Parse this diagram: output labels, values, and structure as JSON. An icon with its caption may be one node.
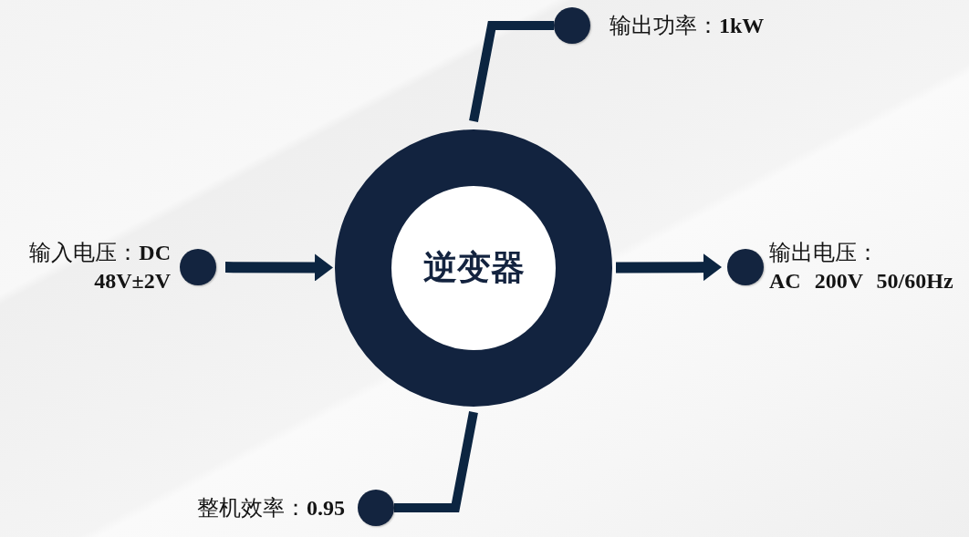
{
  "diagram": {
    "nodes": [
      {
        "text": [],
        "shape": "circle",
        "beside": [
          "输出功率：**1kW**"
        ]
      },
      {
        "text": [],
        "shape": "circle",
        "beside": [
          "输入电压：**DC 48V±2V**"
        ]
      },
      {
        "text": [
          "逆变器"
        ]
      },
      {
        "text": [],
        "shape": "circle",
        "beside": [
          "输出电压：**AC 200V 50/60Hz**"
        ]
      },
      {
        "text": [],
        "shape": "circle",
        "beside": [
          "整机效率：**0.95**"
        ]
      }
    ],
    "edges": [
      {
        "from": 1,
        "to": 2,
        "arrow": "to"
      },
      {
        "from": 2,
        "to": 3,
        "arrow": "to"
      },
      {
        "from": 2,
        "to": 0,
        "arrow": "none"
      },
      {
        "from": 2,
        "to": 4,
        "arrow": "none"
      }
    ]
  }
}
